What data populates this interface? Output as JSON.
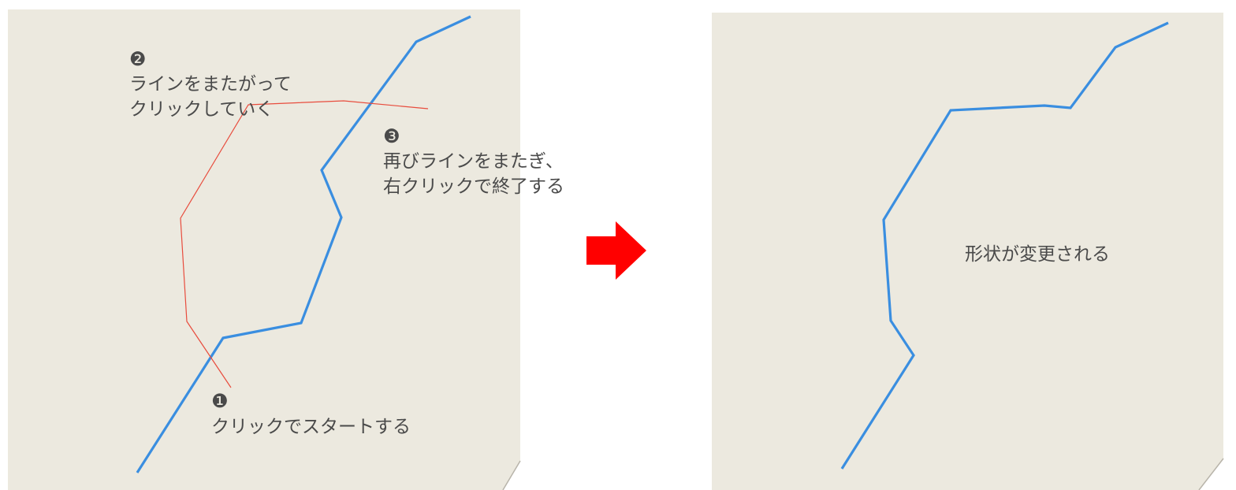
{
  "colors": {
    "map_background": "#ECE9DF",
    "line_color": "#3A8EE0",
    "edit_line_color": "#E84C3D",
    "arrow_color": "#FF0000",
    "text_color": "#4A4A4A"
  },
  "left_panel": {
    "step1": {
      "number": "❶",
      "text": "クリックでスタートする"
    },
    "step2": {
      "number": "❷",
      "line1": "ラインをまたがって",
      "line2": "クリックしていく"
    },
    "step3": {
      "number": "❸",
      "line1": "再びラインをまたぎ、",
      "line2": "右クリックで終了する"
    }
  },
  "right_panel": {
    "caption": "形状が変更される"
  },
  "arrow": {
    "icon": "right-arrow-icon"
  }
}
